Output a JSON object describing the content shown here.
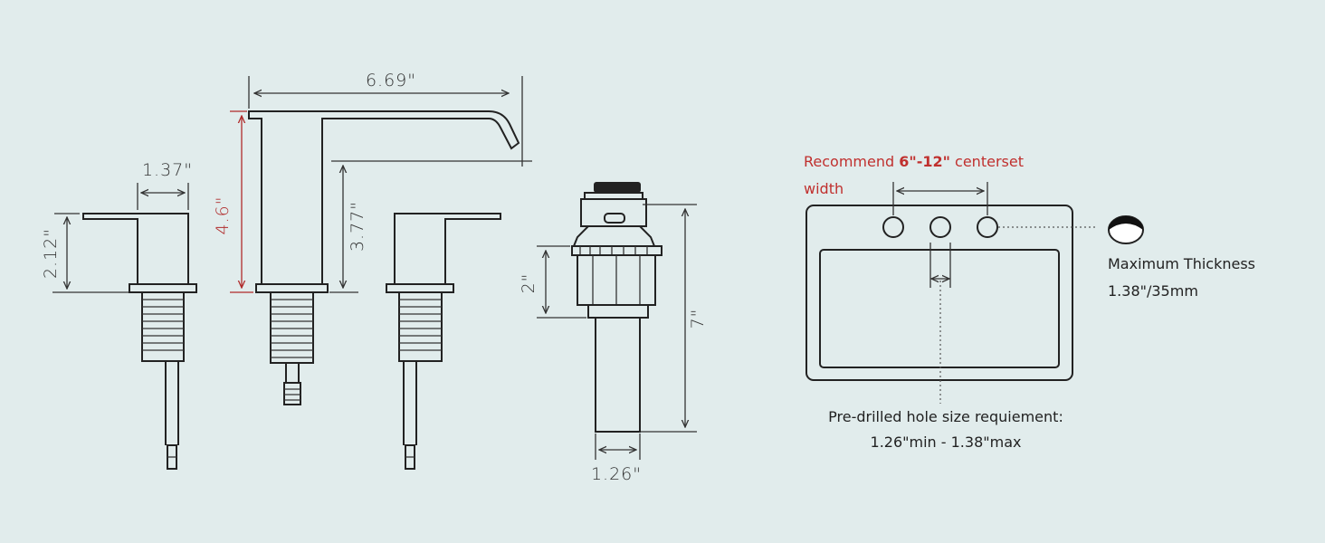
{
  "dimensions": {
    "spout_reach": "6.69\"",
    "spout_height_total": "4.6\"",
    "spout_height_outlet": "3.77\"",
    "handle_length": "1.37\"",
    "handle_height": "2.12\"",
    "drain_height": "7\"",
    "drain_upper": "2\"",
    "drain_diameter": "1.26\""
  },
  "notes": {
    "recommend_prefix": "Recommend ",
    "recommend_range": "6\"-12\"",
    "recommend_suffix": " centerset",
    "recommend_line2": "width",
    "max_thickness_label": "Maximum Thickness",
    "max_thickness_value": "1.38\"/35mm",
    "hole_size_label": "Pre-drilled hole size requiement:",
    "hole_size_value": "1.26\"min - 1.38\"max"
  },
  "colors": {
    "background": "#e1ecec",
    "line": "#222222",
    "accent_red": "#c0302e"
  }
}
